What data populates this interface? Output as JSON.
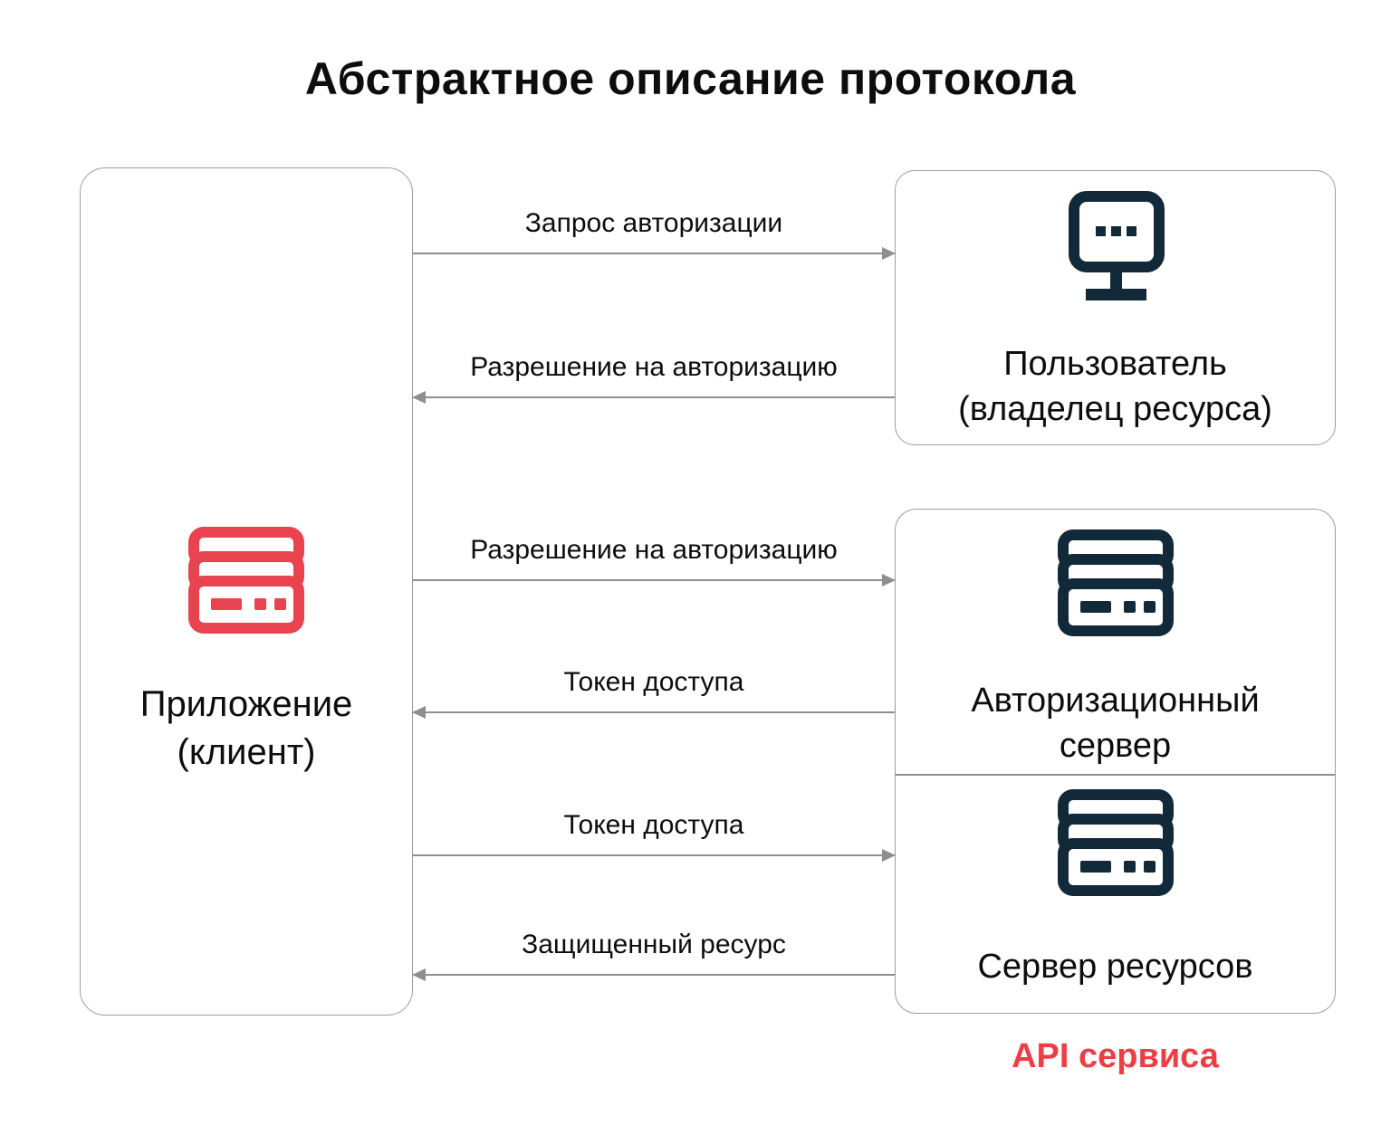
{
  "title": "Абстрактное описание протокола",
  "colors": {
    "accent_red": "#e8434e",
    "api_caption_red": "#ed3e46",
    "dark_navy": "#12293a",
    "arrow_gray": "#8f8f8f",
    "box_border_gray": "#9d9d9d"
  },
  "nodes": {
    "client": {
      "label_line1": "Приложение",
      "label_line2": "(клиент)",
      "icon": "server-stack-icon-red"
    },
    "user": {
      "label_line1": "Пользователь",
      "label_line2": "(владелец ресурса)",
      "icon": "monitor-icon-dark"
    },
    "auth_server": {
      "label_line1": "Авторизационный",
      "label_line2": "сервер",
      "icon": "server-stack-icon-dark"
    },
    "resource_server": {
      "label": "Сервер ресурсов",
      "icon": "server-stack-icon-dark"
    }
  },
  "api_caption": "API сервиса",
  "messages": [
    {
      "label": "Запрос авторизации",
      "direction": "right",
      "from": "client",
      "to": "user"
    },
    {
      "label": "Разрешение на авторизацию",
      "direction": "left",
      "from": "user",
      "to": "client"
    },
    {
      "label": "Разрешение на авторизацию",
      "direction": "right",
      "from": "client",
      "to": "auth_server"
    },
    {
      "label": "Токен доступа",
      "direction": "left",
      "from": "auth_server",
      "to": "client"
    },
    {
      "label": "Токен доступа",
      "direction": "right",
      "from": "client",
      "to": "resource_server"
    },
    {
      "label": "Защищенный ресурс",
      "direction": "left",
      "from": "resource_server",
      "to": "client"
    }
  ]
}
